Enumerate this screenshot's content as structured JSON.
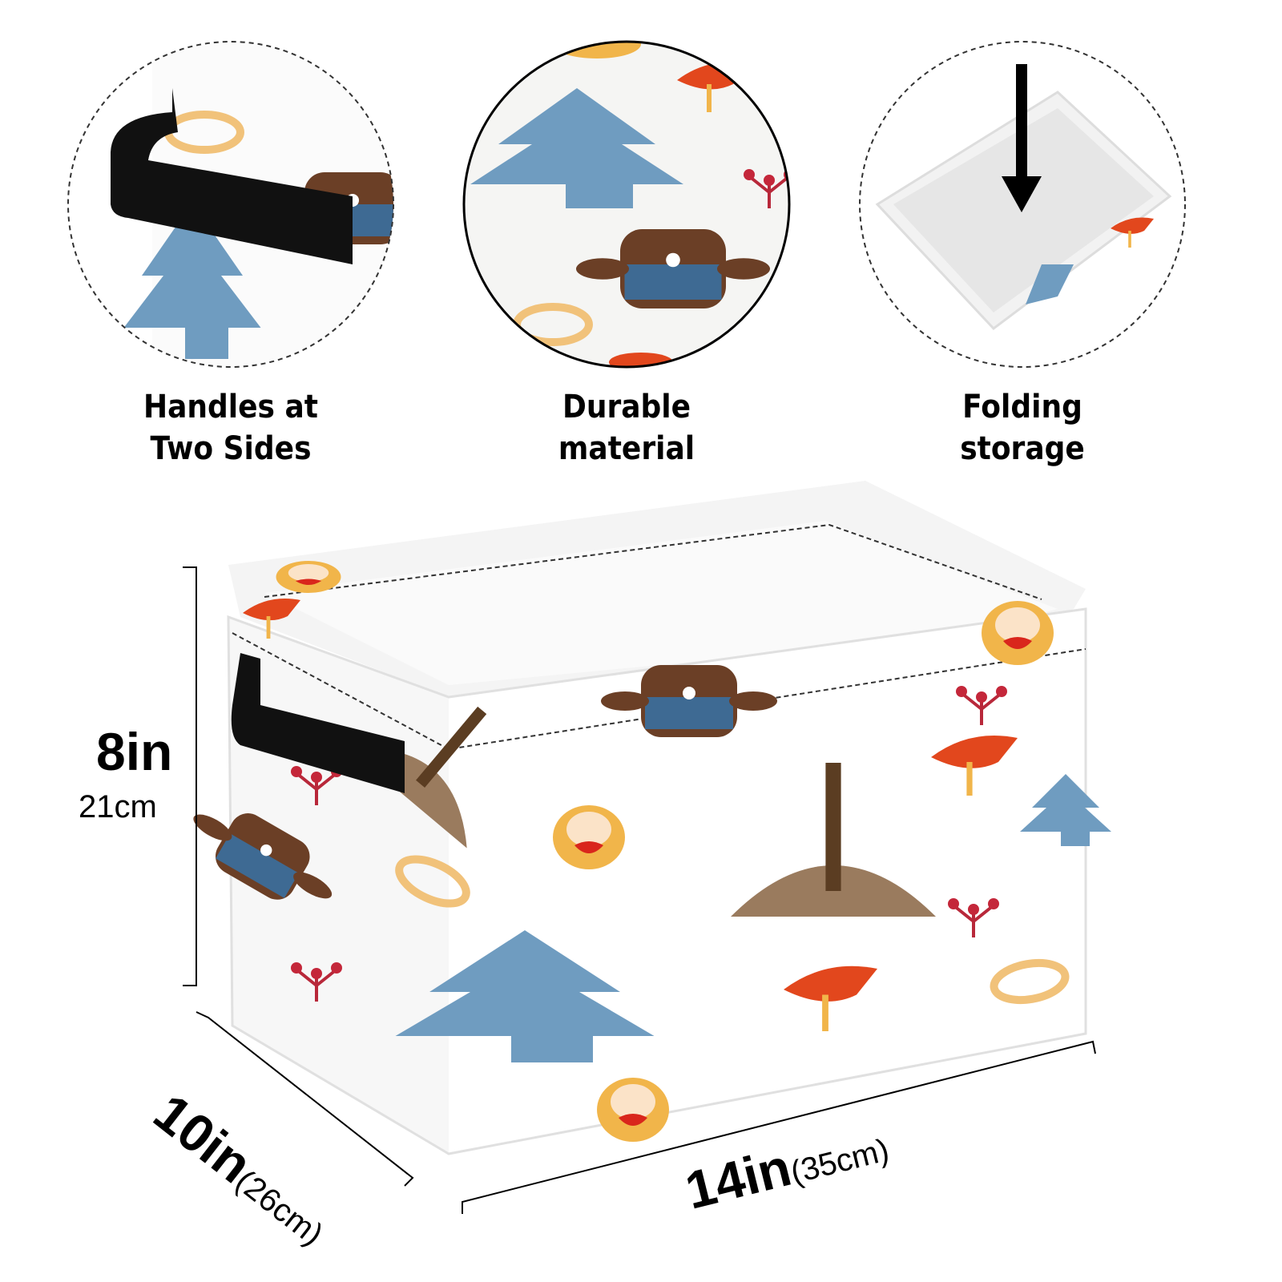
{
  "features": [
    {
      "line1": "Handles at",
      "line2": "Two Sides",
      "icon": "handle-closeup"
    },
    {
      "line1": "Durable",
      "line2": "material",
      "icon": "fabric-closeup"
    },
    {
      "line1": "Folding",
      "line2": "storage",
      "icon": "folding-arrow"
    }
  ],
  "dimensions": {
    "height": {
      "imperial": "8in",
      "metric": "21cm"
    },
    "depth": {
      "imperial": "10in",
      "metric": "(26cm)"
    },
    "width": {
      "imperial": "14in",
      "metric": "(35cm)"
    }
  },
  "colors": {
    "tree": "#6f9cc0",
    "bear": "#6b3f26",
    "fox": "#e2471d",
    "doll": "#f1b54a",
    "handle": "#111111"
  }
}
